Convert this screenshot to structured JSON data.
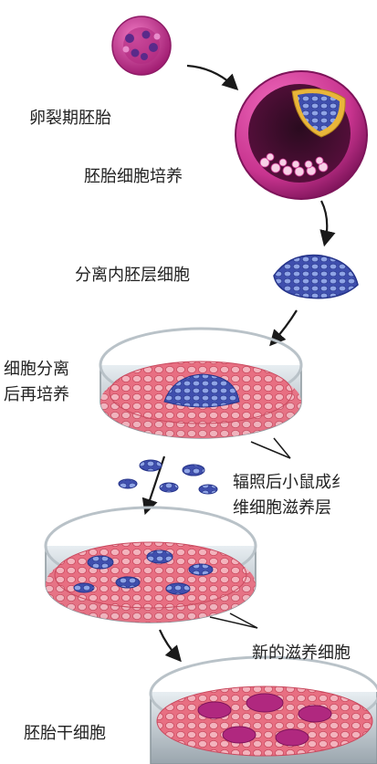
{
  "labels": {
    "morula": "卵裂期胚胎",
    "blastocyst_culture": "胚胎细胞培养",
    "isolate_icm": "分离内胚层细胞",
    "separate_reculture_line1": "细胞分离",
    "separate_reculture_line2": "后再培养",
    "feeder_line1": "辐照后小鼠成纟",
    "feeder_line2": "维细胞滋养层",
    "new_feeder": "新的滋养细胞",
    "es_cells": "胚胎干细胞"
  },
  "colors": {
    "magenta": "#c8348f",
    "magenta_dark": "#8e1a66",
    "blue_cell": "#3f4fae",
    "blue_light": "#8fa4e6",
    "dish_pink": "#e77a8c",
    "dish_rim": "#b9c2c8",
    "arrow": "#1a1a1a"
  }
}
